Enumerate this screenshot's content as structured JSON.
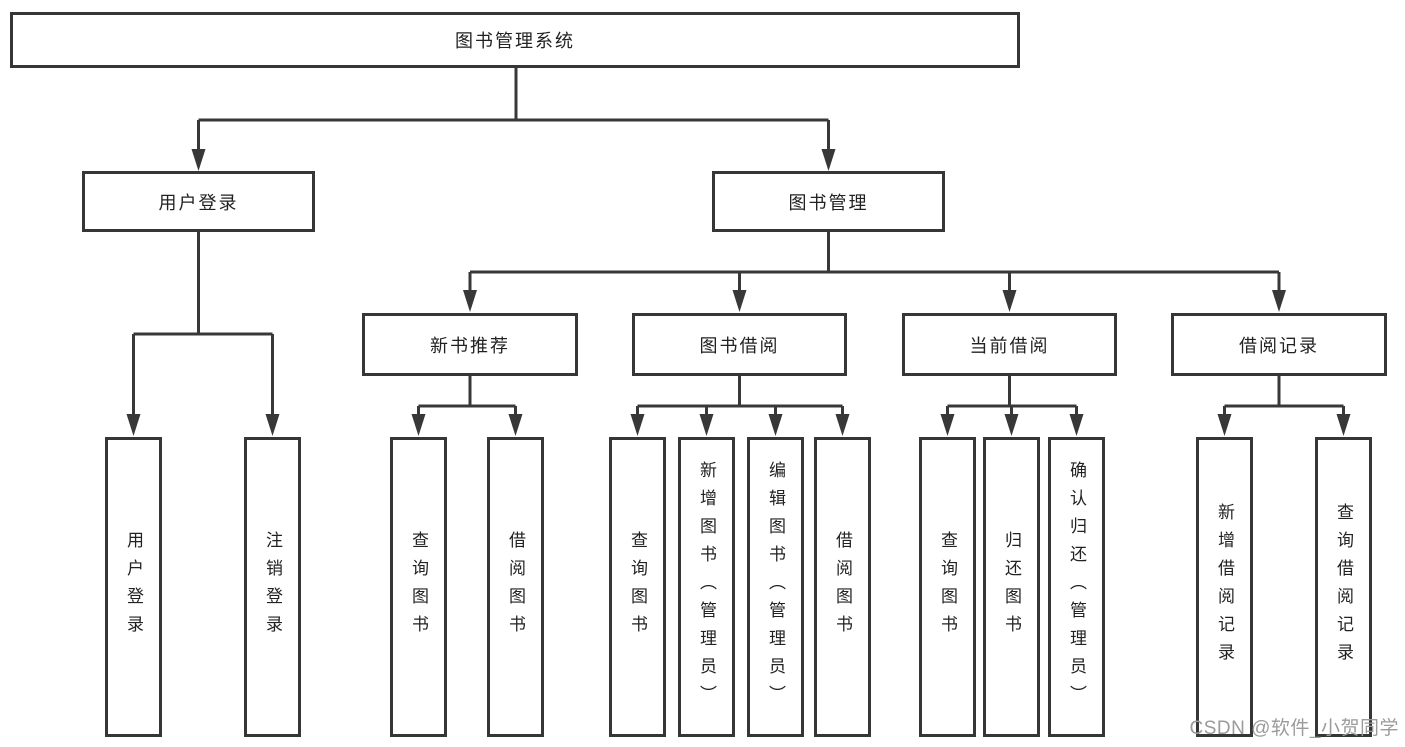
{
  "colors": {
    "line": "#383838",
    "border": "#363636",
    "text": "#222222",
    "watermark": "#9b9b9b",
    "background": "#ffffff"
  },
  "watermark": {
    "text": "CSDN @软件_小贺同学"
  },
  "diagram": {
    "type": "hierarchy-tree",
    "root": {
      "label": "图书管理系统",
      "children": [
        {
          "label": "用户登录",
          "children": [
            {
              "label": "用户登录"
            },
            {
              "label": "注销登录"
            }
          ]
        },
        {
          "label": "图书管理",
          "children": [
            {
              "label": "新书推荐",
              "children": [
                {
                  "label": "查询图书"
                },
                {
                  "label": "借阅图书"
                }
              ]
            },
            {
              "label": "图书借阅",
              "children": [
                {
                  "label": "查询图书"
                },
                {
                  "label": "新增图书（管理员）"
                },
                {
                  "label": "编辑图书（管理员）"
                },
                {
                  "label": "借阅图书"
                }
              ]
            },
            {
              "label": "当前借阅",
              "children": [
                {
                  "label": "查询图书"
                },
                {
                  "label": "归还图书"
                },
                {
                  "label": "确认归还（管理员）"
                }
              ]
            },
            {
              "label": "借阅记录",
              "children": [
                {
                  "label": "新增借阅记录"
                },
                {
                  "label": "查询借阅记录"
                }
              ]
            }
          ]
        }
      ]
    }
  }
}
